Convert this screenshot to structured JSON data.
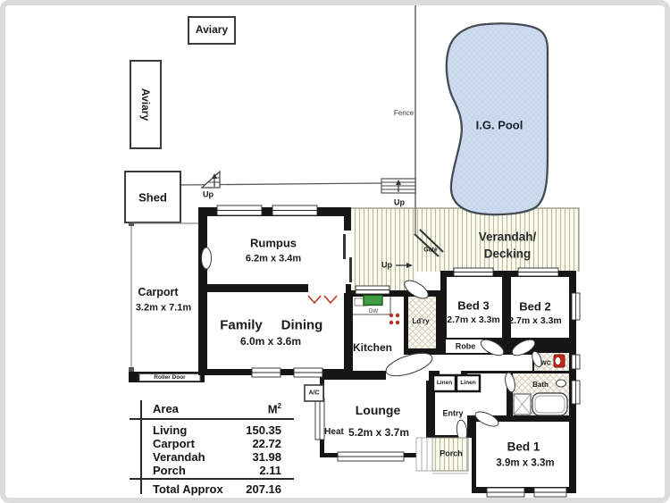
{
  "labels": {
    "aviary_top": "Aviary",
    "aviary_side": "Aviary",
    "shed": "Shed",
    "fence": "Fence",
    "gate": "Gate",
    "up_shed": "Up",
    "up_steps": "Up",
    "up_deck": "Up",
    "pool": "I.G. Pool",
    "verandah_line1": "Verandah/",
    "verandah_line2": "Decking",
    "carport": "Carport",
    "carport_dims": "3.2m x 7.1m",
    "roller_door": "Roller Door",
    "rumpus": "Rumpus",
    "rumpus_dims": "6.2m x 3.4m",
    "family": "Family",
    "dining": "Dining",
    "family_dining_dims": "6.0m x 3.6m",
    "kitchen": "Kitchen",
    "dw": "DW",
    "ldry": "Ld'ry",
    "bed3": "Bed 3",
    "bed3_dims": "2.7m x 3.3m",
    "bed2": "Bed 2",
    "bed2_dims": "2.7m x 3.3m",
    "robe": "Robe",
    "wc": "WC",
    "bath": "Bath",
    "linen_left": "Linen",
    "linen_right": "Linen",
    "entry": "Entry",
    "porch": "Porch",
    "lounge": "Lounge",
    "lounge_dims": "5.2m x 3.7m",
    "heat": "Heat",
    "ac": "A/C",
    "bed1": "Bed 1",
    "bed1_dims": "3.9m x 3.3m"
  },
  "area_table": {
    "header": {
      "name": "Area",
      "unit": "M",
      "unit_sup": "2"
    },
    "rows": [
      {
        "label": "Living",
        "value": "150.35"
      },
      {
        "label": "Carport",
        "value": "22.72"
      },
      {
        "label": "Verandah",
        "value": "31.98"
      },
      {
        "label": "Porch",
        "value": "2.11"
      }
    ],
    "total_label": "Total Approx",
    "total_value": "207.16"
  },
  "colors": {
    "wall": "#161616",
    "pool_fill": "#cddcee",
    "deck_stripe": "#b9bd9c",
    "accent_red": "#c2281c",
    "dw_green": "#3f9e41"
  }
}
